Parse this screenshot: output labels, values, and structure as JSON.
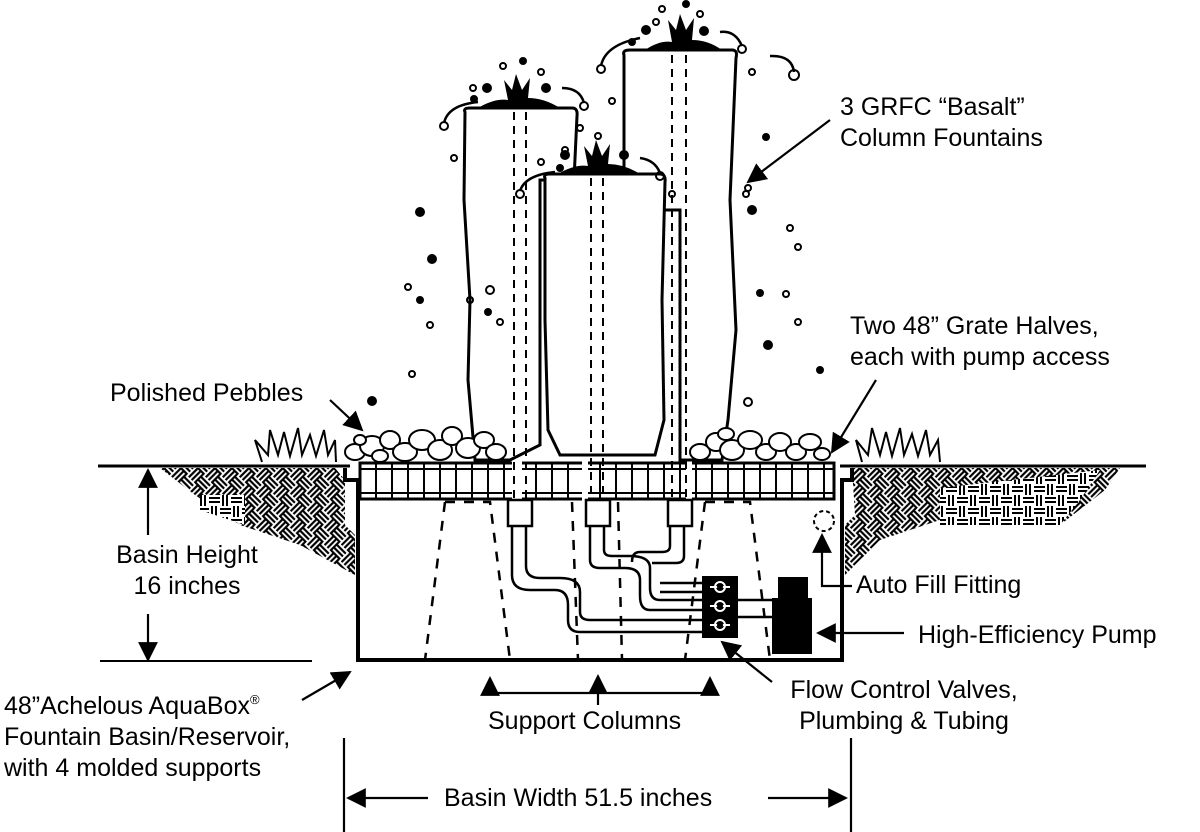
{
  "title": "48\" Achelous AquaBox Basalt Column Fountain Cross-Section",
  "colors": {
    "ink": "#000000",
    "paper": "#ffffff"
  },
  "labels": {
    "columns": {
      "line1": "3 GRFC “Basalt”",
      "line2": "Column Fountains"
    },
    "grate": {
      "line1": "Two 48” Grate Halves,",
      "line2": "each with pump access"
    },
    "pebbles": "Polished Pebbles",
    "basin_height": {
      "line1": "Basin Height",
      "line2": "16 inches"
    },
    "auto_fill": "Auto Fill Fitting",
    "pump": "High-Efficiency Pump",
    "basin": {
      "line1_prefix": "48”Achelous AquaBox",
      "line1_mark": "®",
      "line2": "Fountain Basin/Reservoir,",
      "line3": "with 4 molded supports"
    },
    "support_columns": "Support Columns",
    "valves": {
      "line1": "Flow Control Valves,",
      "line2": "Plumbing & Tubing"
    },
    "basin_width": "Basin Width 51.5 inches"
  },
  "dimensions": {
    "basin_height_inches": 16,
    "basin_width_inches": 51.5,
    "grate_size_inches": 48,
    "column_count": 3,
    "grate_halves": 2,
    "molded_supports": 4,
    "valve_count": 3
  }
}
